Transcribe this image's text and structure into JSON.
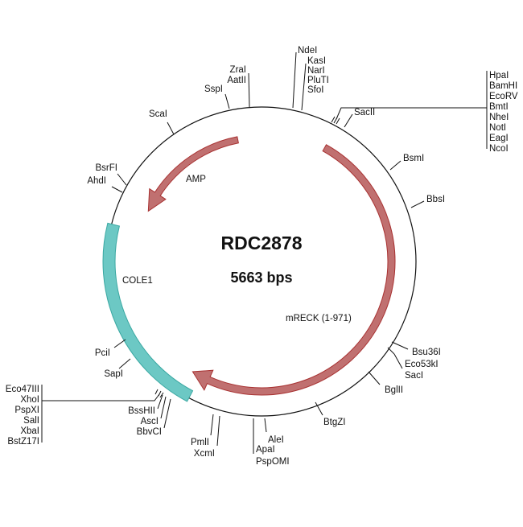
{
  "plasmid": {
    "name": "RDC2878",
    "size": "5663 bps"
  },
  "features": {
    "amp": {
      "label": "AMP",
      "color": "#c07070"
    },
    "cole1": {
      "label": "COLE1",
      "color": "#6cc8c4"
    },
    "mreck": {
      "label": "mRECK (1-971)",
      "color": "#c07070"
    }
  },
  "sites": {
    "scai": "ScaI",
    "sspi": "SspI",
    "zrai": "ZraI",
    "aatii": "AatII",
    "ndei": "NdeI",
    "kasi": "KasI",
    "nari": "NarI",
    "pluti": "PluTI",
    "sfoi": "SfoI",
    "sacii": "SacII",
    "cluster_right": [
      "HpaI",
      "BamHI",
      "EcoRV",
      "BmtI",
      "NheI",
      "NotI",
      "EagI",
      "NcoI"
    ],
    "bsmi": "BsmI",
    "bbsi": "BbsI",
    "bsu36i": "Bsu36I",
    "eco53ki": "Eco53kI",
    "saci": "SacI",
    "bglii": "BglII",
    "btgzi": "BtgZI",
    "alei": "AleI",
    "apai": "ApaI",
    "pspomi": "PspOMI",
    "pmli": "PmlI",
    "xcmi": "XcmI",
    "besshii": "BssHII",
    "asci": "AscI",
    "bbvci": "BbvCI",
    "cluster_left": [
      "Eco47III",
      "XhoI",
      "PspXI",
      "SalI",
      "XbaI",
      "BstZ17I"
    ],
    "sapi": "SapI",
    "pcii": "PciI",
    "ahdi": "AhdI",
    "bsrfi": "BsrFI"
  }
}
